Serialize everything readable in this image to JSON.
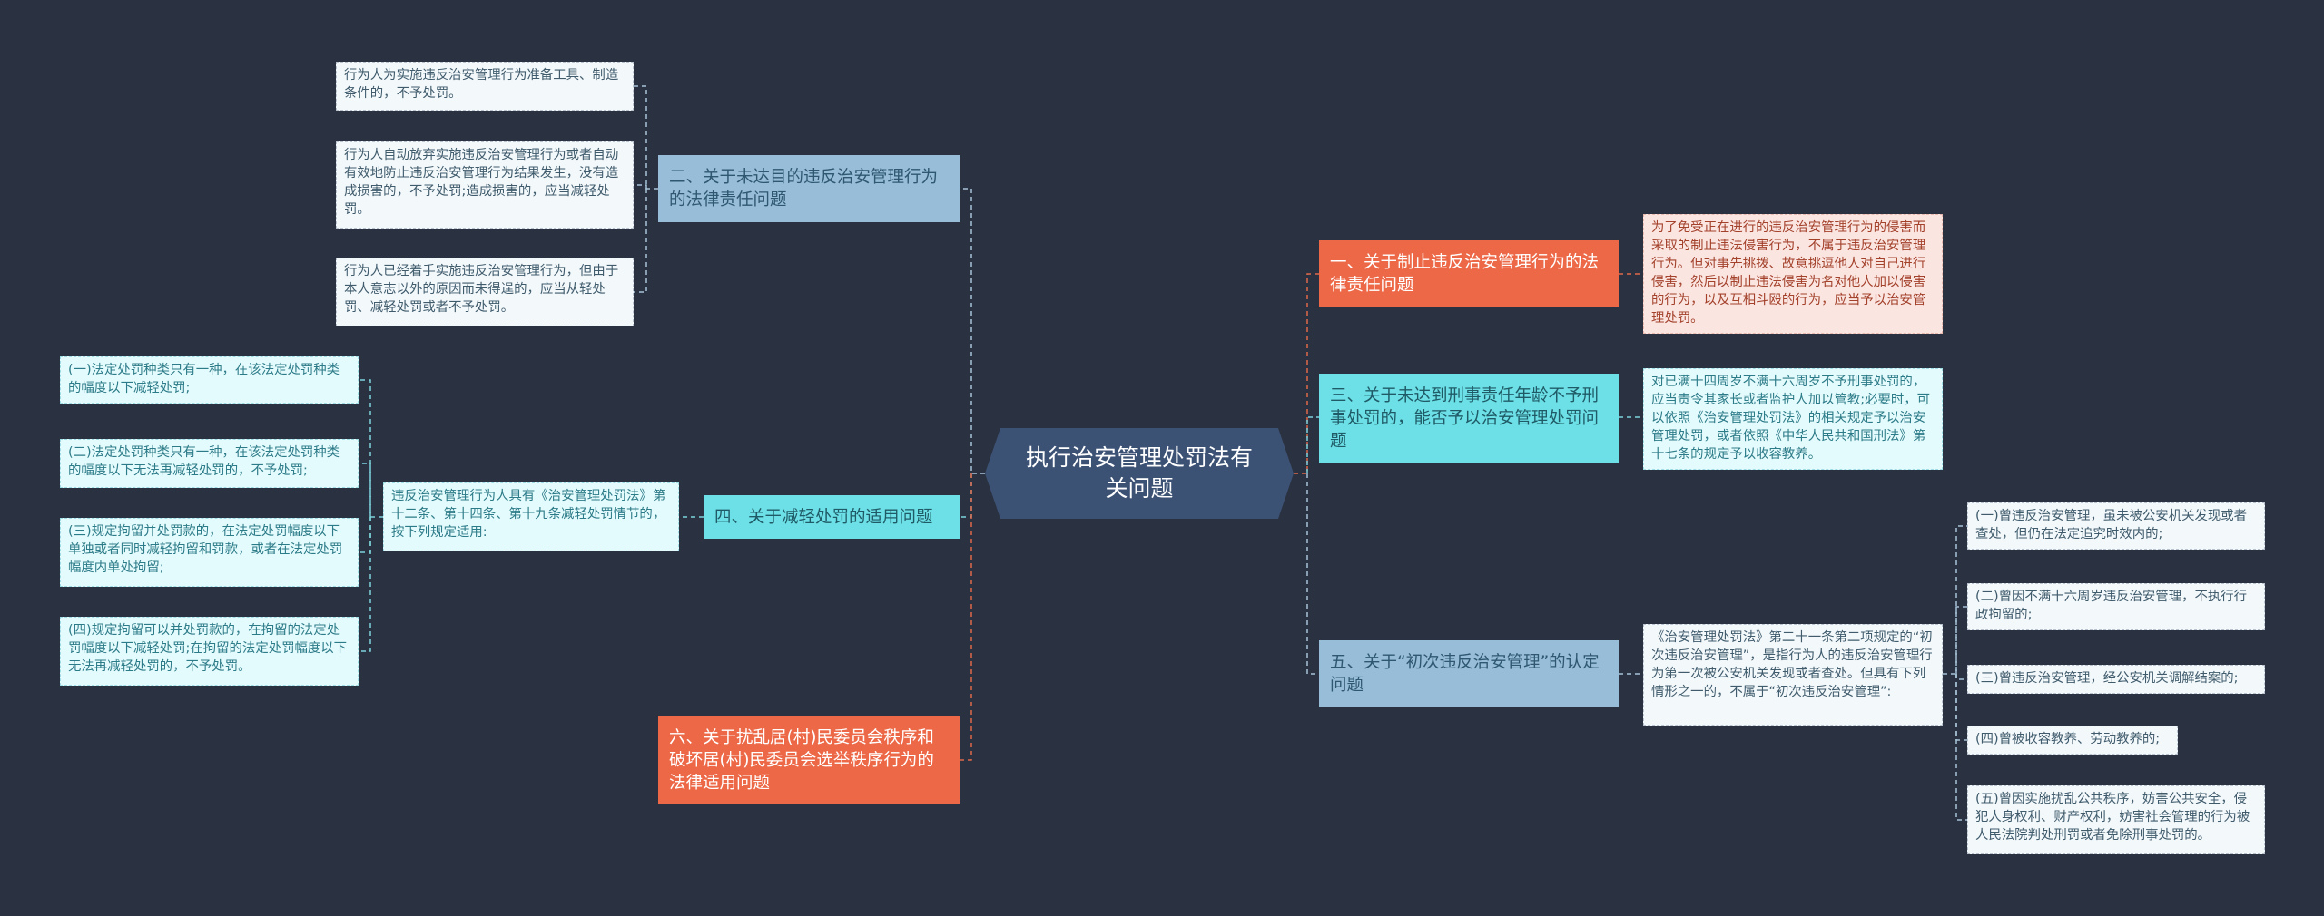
{
  "title": "执行治安管理处罚法有关问题",
  "colors": {
    "background": "#2a3140",
    "center": "#3c5275",
    "orange": "#ec6847",
    "blue": "#97bdd8",
    "cyan": "#6ce0e6"
  },
  "branches": {
    "b1": {
      "label": "一、关于制止违反治安管理行为的法律责任问题"
    },
    "b2": {
      "label": "二、关于未达目的违反治安管理行为的法律责任问题"
    },
    "b3": {
      "label": "三、关于未达到刑事责任年龄不予刑事处罚的，能否予以治安管理处罚问题"
    },
    "b4": {
      "label": "四、关于减轻处罚的适用问题"
    },
    "b5": {
      "label": "五、关于“初次违反治安管理”的认定问题"
    },
    "b6": {
      "label": "六、关于扰乱居(村)民委员会秩序和破坏居(村)民委员会选举秩序行为的法律适用问题"
    }
  },
  "leaves": {
    "b1_text": "为了免受正在进行的违反治安管理行为的侵害而采取的制止违法侵害行为，不属于违反治安管理行为。但对事先挑拨、故意挑逗他人对自己进行侵害，然后以制止违法侵害为名对他人加以侵害的行为，以及互相斗殴的行为，应当予以治安管理处罚。",
    "b2_items": [
      "行为人为实施违反治安管理行为准备工具、制造条件的，不予处罚。",
      "行为人自动放弃实施违反治安管理行为或者自动有效地防止违反治安管理行为结果发生，没有造成损害的，不予处罚;造成损害的，应当减轻处罚。",
      "行为人已经着手实施违反治安管理行为，但由于本人意志以外的原因而未得逞的，应当从轻处罚、减轻处罚或者不予处罚。"
    ],
    "b3_text": "对已满十四周岁不满十六周岁不予刑事处罚的，应当责令其家长或者监护人加以管教;必要时，可以依照《治安管理处罚法》的相关规定予以治安管理处罚，或者依照《中华人民共和国刑法》第十七条的规定予以收容教养。",
    "b4_text": "违反治安管理行为人具有《治安管理处罚法》第十二条、第十四条、第十九条减轻处罚情节的，按下列规定适用:",
    "b4_items": [
      "(一)法定处罚种类只有一种，在该法定处罚种类的幅度以下减轻处罚;",
      "(二)法定处罚种类只有一种，在该法定处罚种类的幅度以下无法再减轻处罚的，不予处罚;",
      "(三)规定拘留并处罚款的，在法定处罚幅度以下单独或者同时减轻拘留和罚款，或者在法定处罚幅度内单处拘留;",
      "(四)规定拘留可以并处罚款的，在拘留的法定处罚幅度以下减轻处罚;在拘留的法定处罚幅度以下无法再减轻处罚的，不予处罚。"
    ],
    "b5_text": "《治安管理处罚法》第二十一条第二项规定的“初次违反治安管理”，是指行为人的违反治安管理行为第一次被公安机关发现或者查处。但具有下列情形之一的，不属于“初次违反治安管理”:",
    "b5_items": [
      "(一)曾违反治安管理，虽未被公安机关发现或者查处，但仍在法定追究时效内的;",
      "(二)曾因不满十六周岁违反治安管理，不执行行政拘留的;",
      "(三)曾违反治安管理，经公安机关调解结案的;",
      "(四)曾被收容教养、劳动教养的;",
      "(五)曾因实施扰乱公共秩序，妨害公共安全，侵犯人身权利、财产权利，妨害社会管理的行为被人民法院判处刑罚或者免除刑事处罚的。"
    ]
  }
}
